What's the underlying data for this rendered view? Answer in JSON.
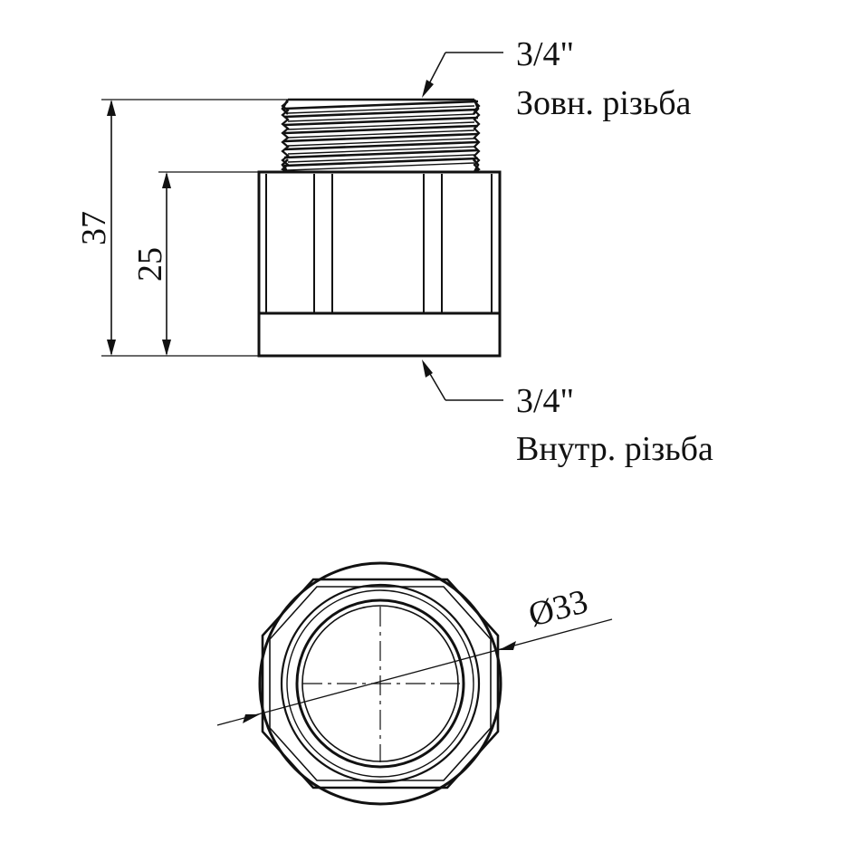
{
  "side_view": {
    "dimension_overall": "37",
    "dimension_body": "25",
    "top_thread": {
      "size": "3/4\"",
      "type": "Зовн. різьба"
    },
    "bottom_thread": {
      "size": "3/4\"",
      "type": "Внутр. різьба"
    }
  },
  "end_view": {
    "diameter_label": "Ø33"
  }
}
